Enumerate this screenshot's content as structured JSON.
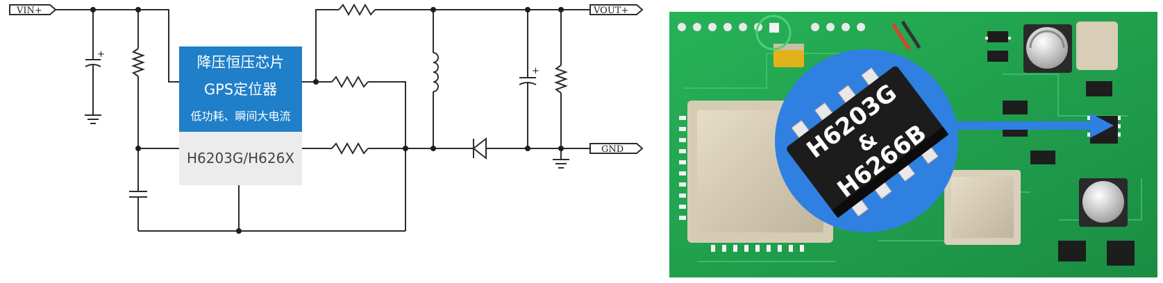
{
  "ports": {
    "vin": "VIN+",
    "vout": "VOUT+",
    "gnd": "GND"
  },
  "capacitor_polarity": "+",
  "chip": {
    "title": "降压恒压芯片",
    "subtitle": "GPS定位器",
    "features": "低功耗、瞬间大电流",
    "part_number": "H6203G/H626X"
  },
  "photo_chip": {
    "line1": "H6203G",
    "line2": "&",
    "line3": "H6266B"
  },
  "colors": {
    "chip_blue": "#1f7fc8",
    "chip_gray": "#ececec",
    "pcb_green": "#21a34e",
    "badge_blue": "#2f80e0"
  }
}
